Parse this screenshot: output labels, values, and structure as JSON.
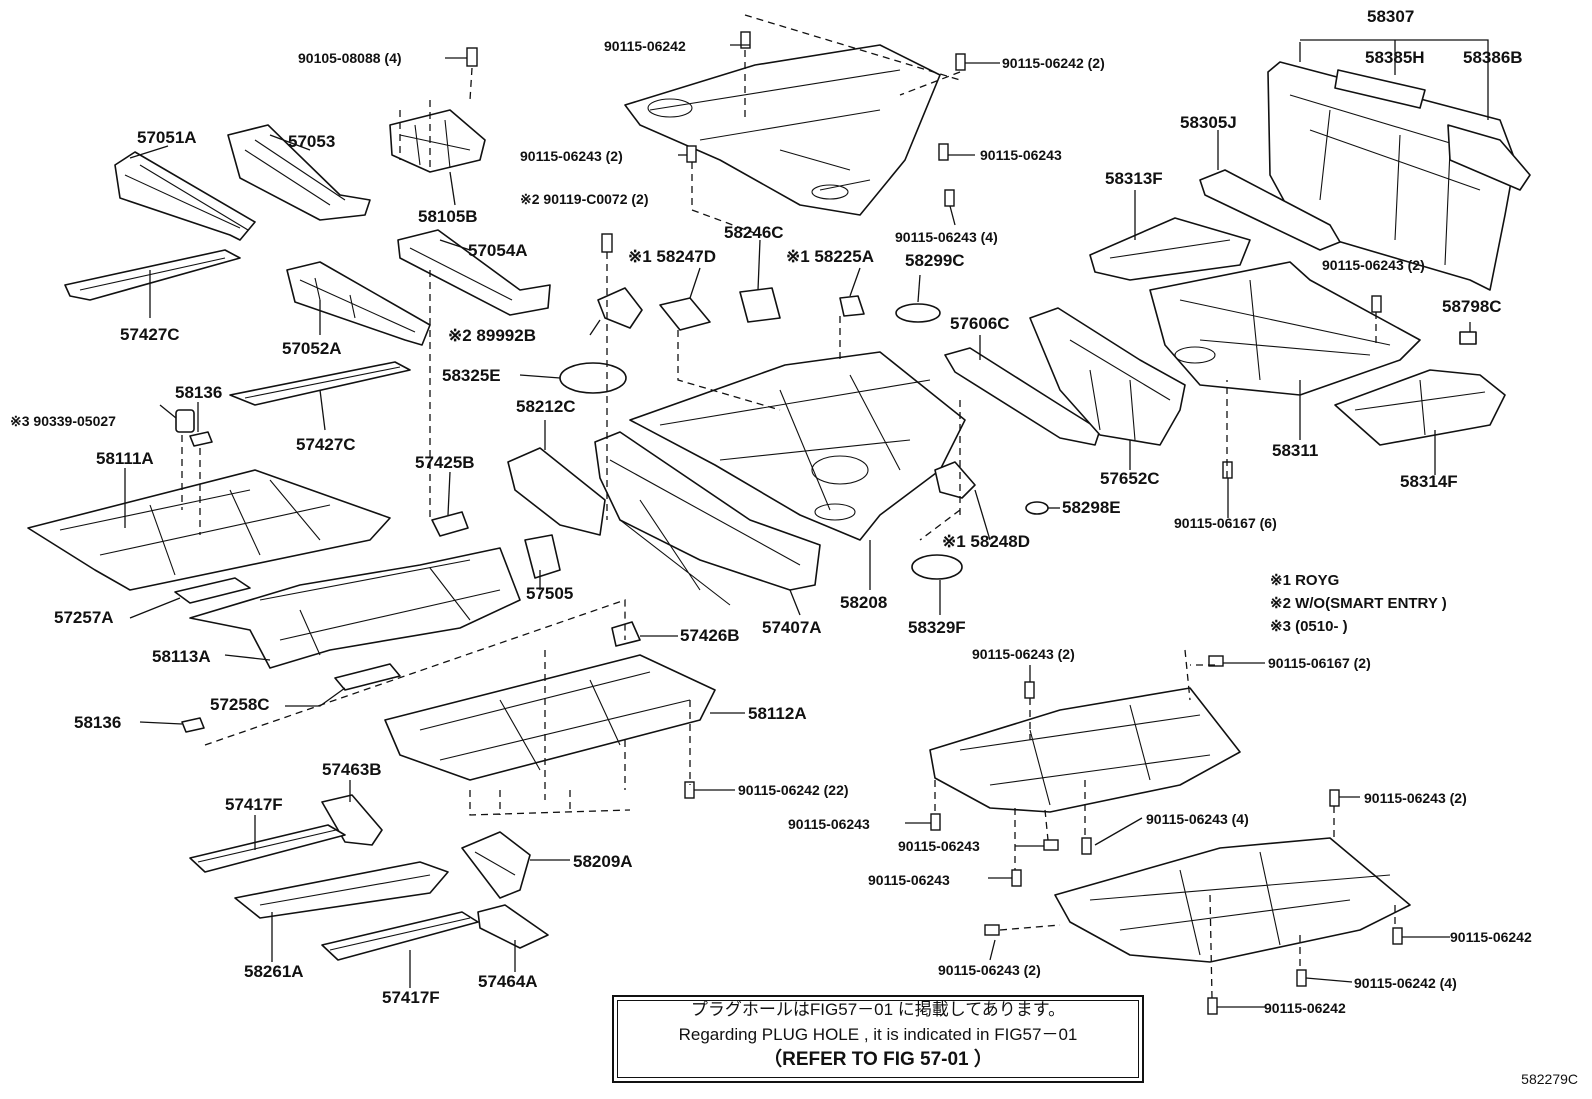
{
  "part_labels": {
    "p57051a": "57051A",
    "p57053": "57053",
    "p90105": "90105-08088 (4)",
    "p58105b": "58105B",
    "p57427c_1": "57427C",
    "p57054a": "57054A",
    "p57052a": "57052A",
    "p57427c_2": "57427C",
    "p58136_1": "58136",
    "p90339": "※3 90339-05027",
    "p58111a": "58111A",
    "p57425b": "57425B",
    "p57257a": "57257A",
    "p58113a": "58113A",
    "p57505": "57505",
    "p57258c": "57258C",
    "p58136_2": "58136",
    "p57426b": "57426B",
    "p58112a": "58112A",
    "p90115_06242_22": "90115-06242 (22)",
    "p57463b": "57463B",
    "p57417f_1": "57417F",
    "p58209a": "58209A",
    "p58261a": "58261A",
    "p57417f_2": "57417F",
    "p57464a": "57464A",
    "p90115_06242_top": "90115-06242",
    "p90115_06242_2top": "90115-06242 (2)",
    "p90115_06243_2a": "90115-06243 (2)",
    "p90115_06243_a": "90115-06243",
    "p90119": "※2 90119-C0072 (2)",
    "p90115_06243_4a": "90115-06243 (4)",
    "p58247d": "※1 58247D",
    "p58246c": "58246C",
    "p58225a": "※1 58225A",
    "p58299c": "58299C",
    "p89992b": "※2 89992B",
    "p58325e": "58325E",
    "p58212c": "58212C",
    "p57606c": "57606C",
    "p57407a": "57407A",
    "p58208": "58208",
    "p58248d": "※1 58248D",
    "p58329f": "58329F",
    "p58298e": "58298E",
    "p57652c": "57652C",
    "p58307": "58307",
    "p58385h": "58385H",
    "p58386b": "58386B",
    "p58305j": "58305J",
    "p58313f": "58313F",
    "p90115_06243_2b": "90115-06243 (2)",
    "p58798c": "58798C",
    "p58311": "58311",
    "p58314f": "58314F",
    "p90115_06167_6": "90115-06167 (6)",
    "p90115_06243_2c": "90115-06243 (2)",
    "p90115_06167_2": "90115-06167 (2)",
    "p90115_06243_b": "90115-06243",
    "p90115_06243_c": "90115-06243",
    "p90115_06243_4b": "90115-06243 (4)",
    "p90115_06243_d": "90115-06243",
    "p90115_06243_2d": "90115-06243 (2)",
    "p90115_06242_r": "90115-06242",
    "p90115_06243_2e": "90115-06243 (2)",
    "p90115_06242_4": "90115-06242 (4)",
    "p90115_06242_b": "90115-06242"
  },
  "legend": {
    "note1": "※1 ROYG",
    "note2": "※2 W/O(SMART ENTRY )",
    "note3": "※3  (0510-        )"
  },
  "notice": {
    "line1": "プラグホールはFIG57－01 に掲載してあります。",
    "line2": "Regarding  PLUG HOLE , it is indicated  in  FIG57－01",
    "line3": "（REFER TO FIG  57-01  ）"
  },
  "diagram_code": "582279C"
}
